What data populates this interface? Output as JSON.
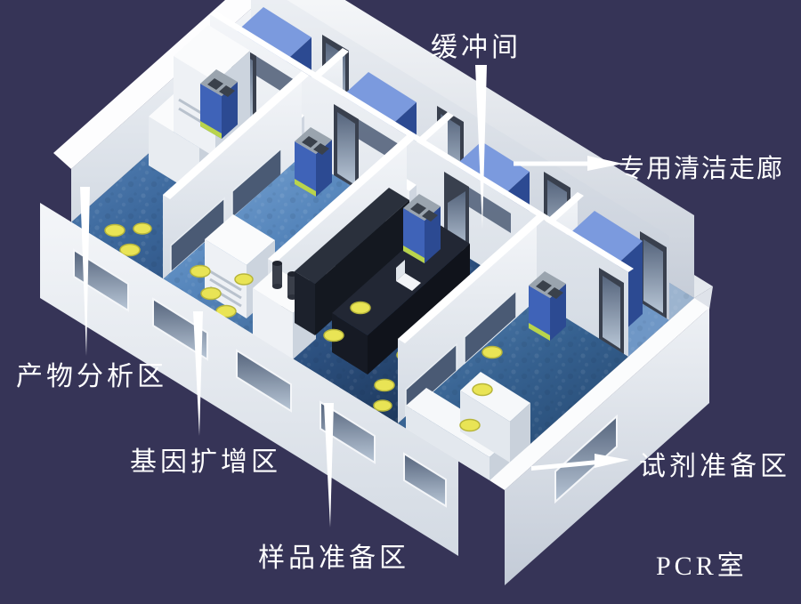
{
  "diagram": {
    "annotations": [
      {
        "id": "buffer-room",
        "text": "缓冲间"
      },
      {
        "id": "clean-corridor",
        "text": "专用清洁走廊"
      },
      {
        "id": "product-analysis-area",
        "text": "产物分析区"
      },
      {
        "id": "gene-amplification-area",
        "text": "基因扩增区"
      },
      {
        "id": "sample-preparation-area",
        "text": "样品准备区"
      },
      {
        "id": "reagent-preparation-area",
        "text": "试剂准备区"
      },
      {
        "id": "pcr-room",
        "text": "PCR室"
      }
    ],
    "colors": {
      "background": "#363457",
      "label_text": "#ffffff",
      "arrow": "#ffffff",
      "wall_white": "#f2f5f8",
      "wall_shadow": "#cdd4de",
      "roof_band": "#c2c8d2",
      "floor_light_blue": "#8fb2da",
      "floor_blue": "#4a7db3",
      "floor_dark_blue": "#23456e",
      "cabinet_blue": "#4a71c8",
      "cabinet_blue_dark": "#2c4a92",
      "glass_blue": "#a9bdd8",
      "stool_yellow": "#e9e455",
      "bench_black": "#161a24",
      "accent_lime": "#b9d44c",
      "steel_gray": "#9aa4ae"
    }
  }
}
